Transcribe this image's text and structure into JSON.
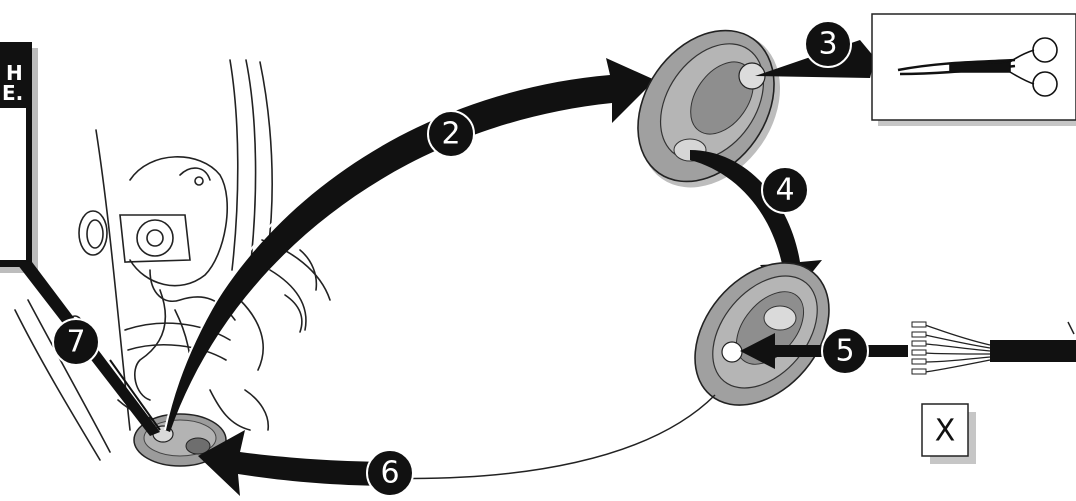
{
  "callout_box": {
    "line1": "H",
    "line2": "E."
  },
  "steps": [
    {
      "id": "2",
      "label": "2"
    },
    {
      "id": "3",
      "label": "3"
    },
    {
      "id": "4",
      "label": "4"
    },
    {
      "id": "5",
      "label": "5"
    },
    {
      "id": "6",
      "label": "6"
    },
    {
      "id": "7",
      "label": "7"
    }
  ],
  "x_box": {
    "label": "X"
  },
  "colors": {
    "arrow": "#111111",
    "grommet": "#a9a9a9",
    "grommet_dark": "#7d7d7d",
    "shadow": "#c8c8c8",
    "line": "#222222"
  },
  "icons": [
    "scissors-icon",
    "wire-bundle-icon",
    "grommet-icon",
    "headlamp-housing-icon"
  ]
}
